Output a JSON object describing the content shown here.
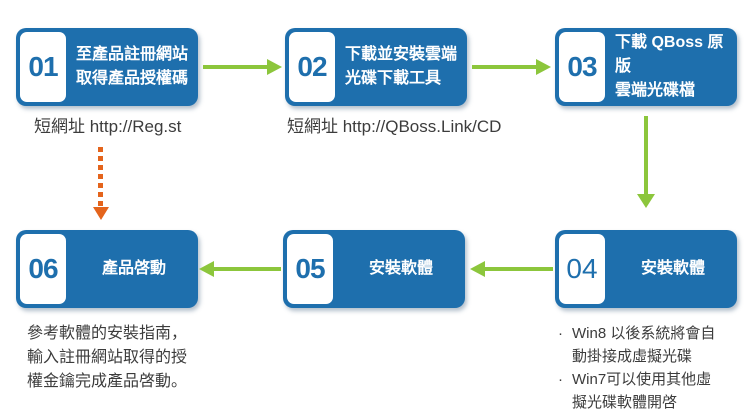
{
  "colors": {
    "box_blue": "#1e6fad",
    "arrow_green": "#8cc63c",
    "arrow_orange": "#e4641c",
    "text_dark": "#3c3c3c"
  },
  "steps": [
    {
      "number": "01",
      "title_lines": [
        "至產品註冊網站",
        "取得產品授權碼"
      ]
    },
    {
      "number": "02",
      "title_lines": [
        "下載並安裝雲端",
        "光碟下載工具"
      ]
    },
    {
      "number": "03",
      "title_lines": [
        "下載 QBoss 原版",
        "雲端光碟檔"
      ]
    },
    {
      "number": "04",
      "title_lines": [
        "安裝軟體"
      ]
    },
    {
      "number": "05",
      "title_lines": [
        "安裝軟體"
      ]
    },
    {
      "number": "06",
      "title_lines": [
        "產品啓動"
      ]
    }
  ],
  "captions": {
    "step1_url": "短網址 http://Reg.st",
    "step2_url": "短網址 http://QBoss.Link/CD"
  },
  "step4_notes": {
    "bullet_char": "·",
    "bullets": [
      {
        "line1": "Win8 以後系統將會自",
        "line2": "動掛接成虛擬光碟"
      },
      {
        "line1": "Win7可以使用其他虛",
        "line2": "擬光碟軟體開啓"
      }
    ]
  },
  "step6_note": {
    "lines": [
      "參考軟體的安裝指南，",
      "輸入註冊網站取得的授",
      "權金鑰完成產品啓動。"
    ]
  }
}
